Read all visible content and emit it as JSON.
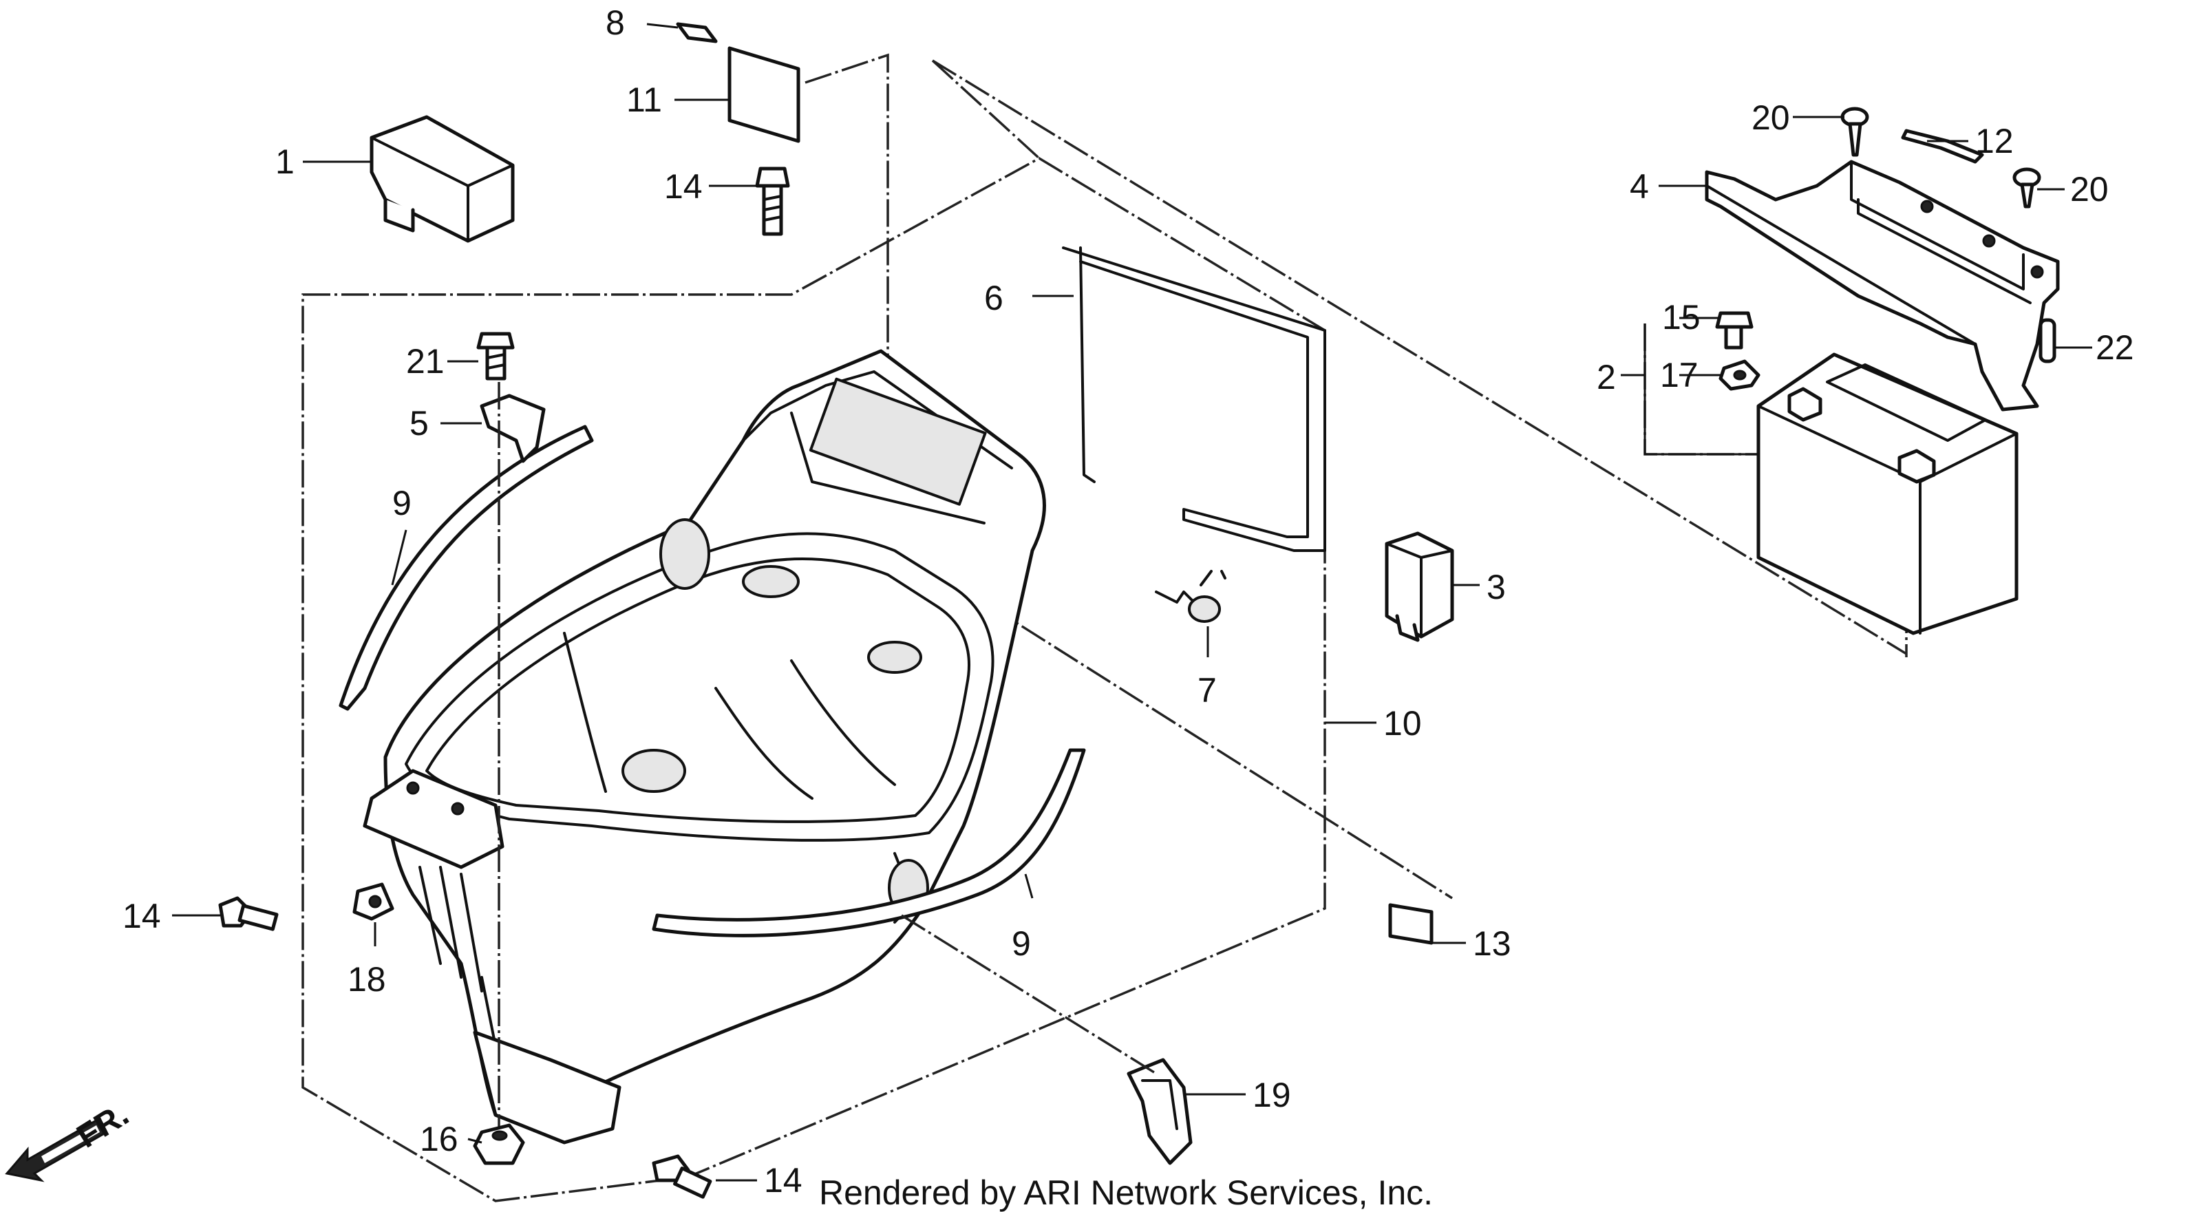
{
  "diagram": {
    "callouts": {
      "c1": "1",
      "c2": "2",
      "c3": "3",
      "c4": "4",
      "c5": "5",
      "c6": "6",
      "c7": "7",
      "c8": "8",
      "c9a": "9",
      "c9b": "9",
      "c10": "10",
      "c11": "11",
      "c12": "12",
      "c13": "13",
      "c14a": "14",
      "c14b": "14",
      "c14c": "14",
      "c15": "15",
      "c16": "16",
      "c17": "17",
      "c18": "18",
      "c19": "19",
      "c20a": "20",
      "c20b": "20",
      "c21": "21",
      "c22": "22"
    },
    "direction_label": "FR.",
    "credit": "Rendered by ARI Network Services, Inc."
  }
}
